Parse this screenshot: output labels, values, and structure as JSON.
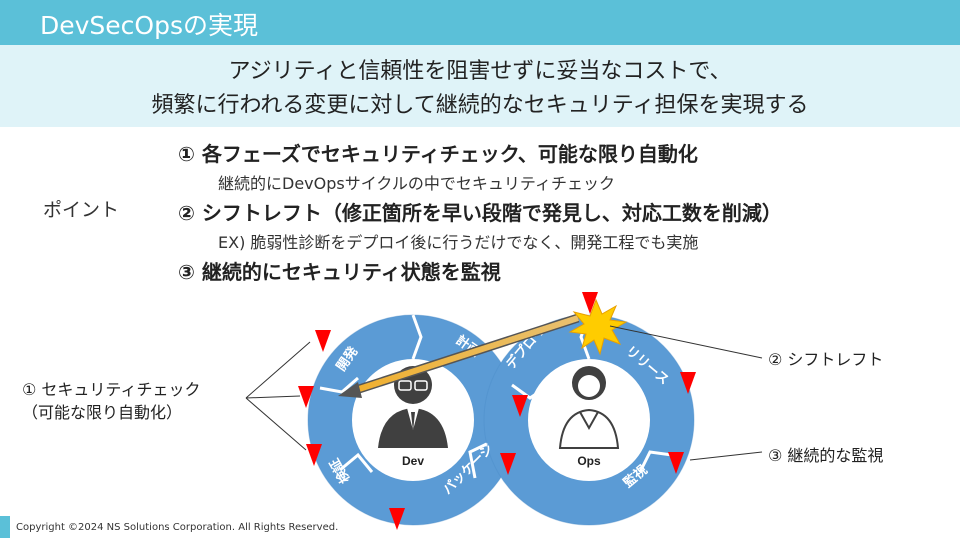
{
  "header": {
    "title": "DevSecOpsの実現"
  },
  "subtitle": {
    "line1": "アジリティと信頼性を阻害せずに妥当なコストで、",
    "line2": "頻繁に行われる変更に対して継続的なセキュリティ担保を実現する"
  },
  "points": {
    "label": "ポイント",
    "p1": {
      "head": "① 各フェーズでセキュリティチェック、可能な限り自動化",
      "sub": "継続的にDevOpsサイクルの中でセキュリティチェック"
    },
    "p2": {
      "head": "② シフトレフト（修正箇所を早い段階で発見し、対応工数を削減）",
      "sub": "EX) 脆弱性診断をデプロイ後に行うだけでなく、開発工程でも実施"
    },
    "p3": {
      "head": "③ 継続的にセキュリティ状態を監視"
    }
  },
  "diagram": {
    "segments": {
      "plan": "計画",
      "develop": "開発",
      "verify": "検証",
      "package": "パッケージ",
      "deploy": "デプロイ",
      "release": "リリース",
      "monitor": "監視"
    },
    "dev_label": "Dev",
    "ops_label": "Ops",
    "callout_left_1": "① セキュリティチェック",
    "callout_left_2": "（可能な限り自動化）",
    "callout_shift": "② シフトレフト",
    "callout_monitor": "③ 継続的な監視",
    "colors": {
      "loop": "#5b9bd5",
      "marker": "#ff0000",
      "arrow": "#e0a030",
      "burst": "#ffcc00"
    }
  },
  "footer": {
    "copyright": "Copyright ©2024 NS Solutions Corporation. All Rights Reserved."
  }
}
